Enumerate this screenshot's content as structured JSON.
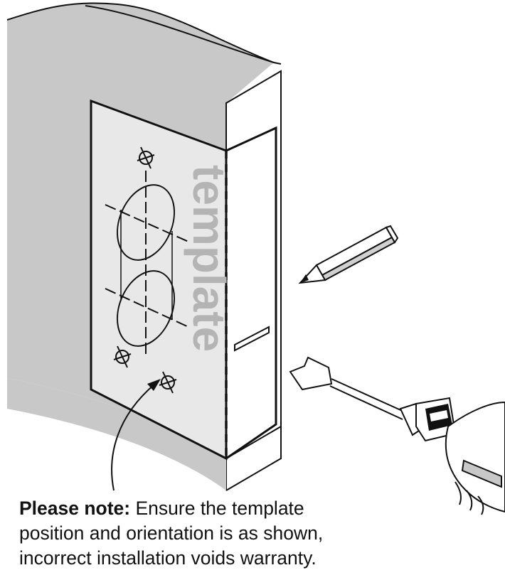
{
  "diagram": {
    "template_watermark": "template",
    "colors": {
      "line": "#111111",
      "door_face": "#c8c8c8",
      "template_paper": "#e8e8e8",
      "watermark": "#b4b4b4",
      "background": "#ffffff"
    },
    "icons": [
      "door-panel",
      "template-sheet",
      "pencil-icon",
      "drill-icon",
      "spade-bit-icon",
      "hand-icon",
      "crosshair-icon"
    ]
  },
  "note": {
    "label": "Please note:",
    "line1_rest": " Ensure the template",
    "line2": "position and orientation is as shown,",
    "line3": "incorrect installation voids warranty."
  }
}
